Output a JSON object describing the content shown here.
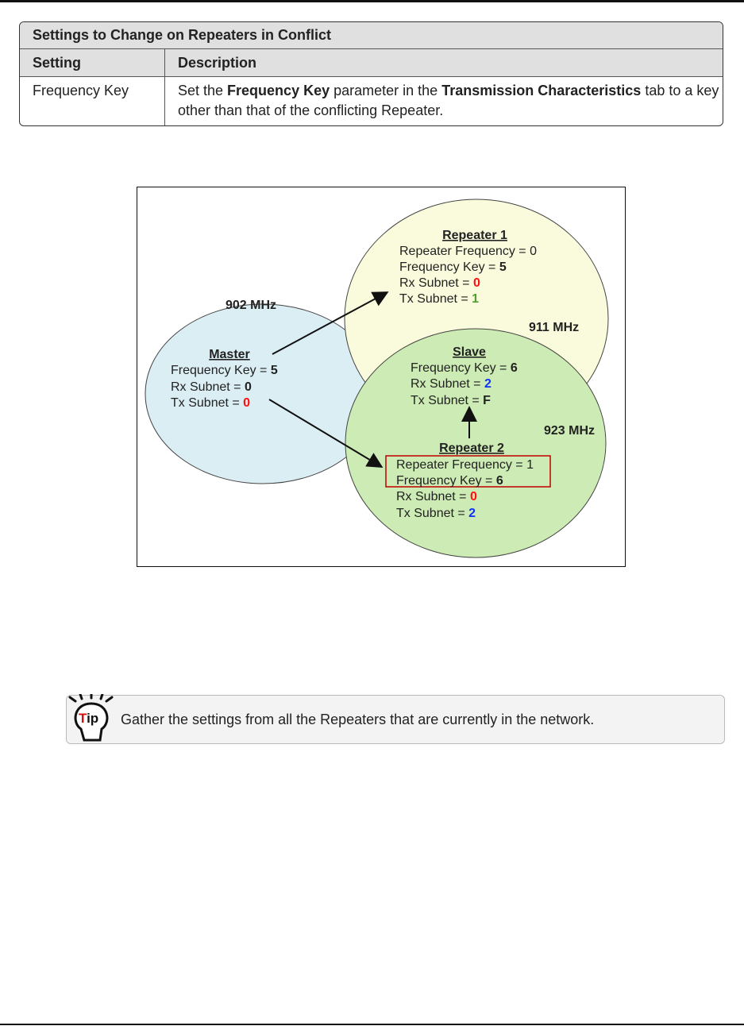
{
  "table": {
    "title": "Settings to Change on Repeaters in Conflict",
    "headers": [
      "Setting",
      "Description"
    ],
    "rows": [
      {
        "setting": "Frequency Key",
        "desc_1": "Set the ",
        "desc_b1": "Frequency Key",
        "desc_2": " parameter in the ",
        "desc_b2": "Transmission Characteristics",
        "desc_3": " tab to a key other than that of the conflicting Repeater."
      }
    ]
  },
  "diagram": {
    "master": {
      "freq": "902 MHz",
      "title": "Master",
      "l1": "Frequency Key = ",
      "v1": "5",
      "l2": "Rx Subnet = ",
      "v2": "0",
      "l3": "Tx Subnet = ",
      "v3": "0"
    },
    "repeater1": {
      "freq": "911 MHz",
      "title": "Repeater 1",
      "l0": "Repeater Frequency = 0",
      "l1": "Frequency Key = ",
      "v1": "5",
      "l2": "Rx Subnet = ",
      "v2": "0",
      "l3": "Tx Subnet = ",
      "v3": "1"
    },
    "slave": {
      "title": "Slave",
      "l1": "Frequency Key = ",
      "v1": "6",
      "l2": "Rx Subnet = ",
      "v2": "2",
      "l3": "Tx Subnet = ",
      "v3": "F"
    },
    "repeater2": {
      "freq": "923 MHz",
      "title": "Repeater 2",
      "l0": "Repeater Frequency = 1",
      "l1": "Frequency Key = ",
      "v1": "6",
      "l2": "Rx Subnet = ",
      "v2": "0",
      "l3": "Tx Subnet = ",
      "v3": "2"
    },
    "colors": {
      "red": "#ff1010",
      "green": "#4aa02a",
      "blue": "#1030ff",
      "master_fill": "#dbeef4",
      "r1_fill": "#fafbdc",
      "r2_fill": "#cdebb4",
      "highlight": "#c00000"
    }
  },
  "tip": {
    "icon_label": "Tip",
    "text": "Gather the settings from all the Repeaters that are currently in the network."
  }
}
